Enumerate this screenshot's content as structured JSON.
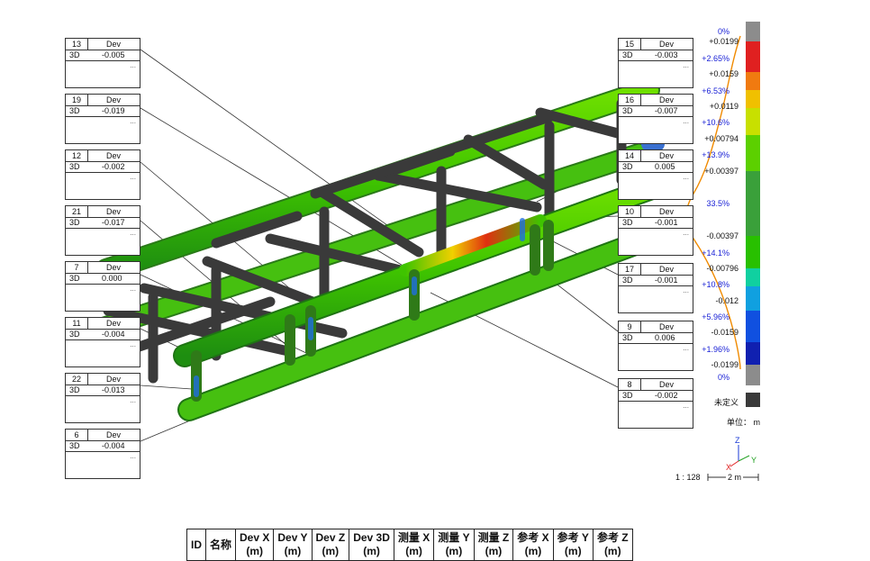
{
  "callouts": [
    {
      "id": "13",
      "header": "Dev",
      "key": "3D",
      "value": "-0.005",
      "more": "..."
    },
    {
      "id": "19",
      "header": "Dev",
      "key": "3D",
      "value": "-0.019",
      "more": "..."
    },
    {
      "id": "12",
      "header": "Dev",
      "key": "3D",
      "value": "-0.002",
      "more": "..."
    },
    {
      "id": "21",
      "header": "Dev",
      "key": "3D",
      "value": "-0.017",
      "more": "..."
    },
    {
      "id": "7",
      "header": "Dev",
      "key": "3D",
      "value": "0.000",
      "more": "..."
    },
    {
      "id": "11",
      "header": "Dev",
      "key": "3D",
      "value": "-0.004",
      "more": "..."
    },
    {
      "id": "22",
      "header": "Dev",
      "key": "3D",
      "value": "-0.013",
      "more": "..."
    },
    {
      "id": "6",
      "header": "Dev",
      "key": "3D",
      "value": "-0.004",
      "more": "..."
    },
    {
      "id": "15",
      "header": "Dev",
      "key": "3D",
      "value": "-0.003",
      "more": "..."
    },
    {
      "id": "16",
      "header": "Dev",
      "key": "3D",
      "value": "-0.007",
      "more": "..."
    },
    {
      "id": "14",
      "header": "Dev",
      "key": "3D",
      "value": "0.005",
      "more": "..."
    },
    {
      "id": "10",
      "header": "Dev",
      "key": "3D",
      "value": "-0.001",
      "more": "..."
    },
    {
      "id": "17",
      "header": "Dev",
      "key": "3D",
      "value": "-0.001",
      "more": "..."
    },
    {
      "id": "9",
      "header": "Dev",
      "key": "3D",
      "value": "0.006",
      "more": "..."
    },
    {
      "id": "8",
      "header": "Dev",
      "key": "3D",
      "value": "-0.002",
      "more": "..."
    }
  ],
  "legend": {
    "percent_labels": [
      "0%",
      "+2.65%",
      "+6.53%",
      "+10.6%",
      "+13.9%",
      "33.5%",
      "+14.1%",
      "+10.8%",
      "+5.96%",
      "+1.96%",
      "0%"
    ],
    "value_labels": [
      "+0.0199",
      "+0.0159",
      "+0.0119",
      "+0.00794",
      "+0.00397",
      "-0.00397",
      "-0.00796",
      "-0.012",
      "-0.0159",
      "-0.0199"
    ],
    "undefined_label": "未定义",
    "unit_label": "单位： m",
    "colors": [
      "#8c8c8c",
      "#e02020",
      "#f07a10",
      "#f0c000",
      "#c8e000",
      "#5cd000",
      "#3aa03a",
      "#3aa03a",
      "#28c000",
      "#10d0a0",
      "#10a0e0",
      "#1050e0",
      "#1020b0",
      "#8c8c8c"
    ]
  },
  "axes": {
    "x": "X",
    "y": "Y",
    "z": "Z",
    "scale_text": "1 : 128",
    "scale_bar_label": "2 m"
  },
  "table": {
    "headers": [
      [
        "ID"
      ],
      [
        "名称"
      ],
      [
        "Dev X",
        "(m)"
      ],
      [
        "Dev Y",
        "(m)"
      ],
      [
        "Dev Z",
        "(m)"
      ],
      [
        "Dev 3D",
        "(m)"
      ],
      [
        "测量 X",
        "(m)"
      ],
      [
        "测量 Y",
        "(m)"
      ],
      [
        "测量 Z",
        "(m)"
      ],
      [
        "参考 X",
        "(m)"
      ],
      [
        "参考 Y",
        "(m)"
      ],
      [
        "参考 Z",
        "(m)"
      ]
    ]
  }
}
